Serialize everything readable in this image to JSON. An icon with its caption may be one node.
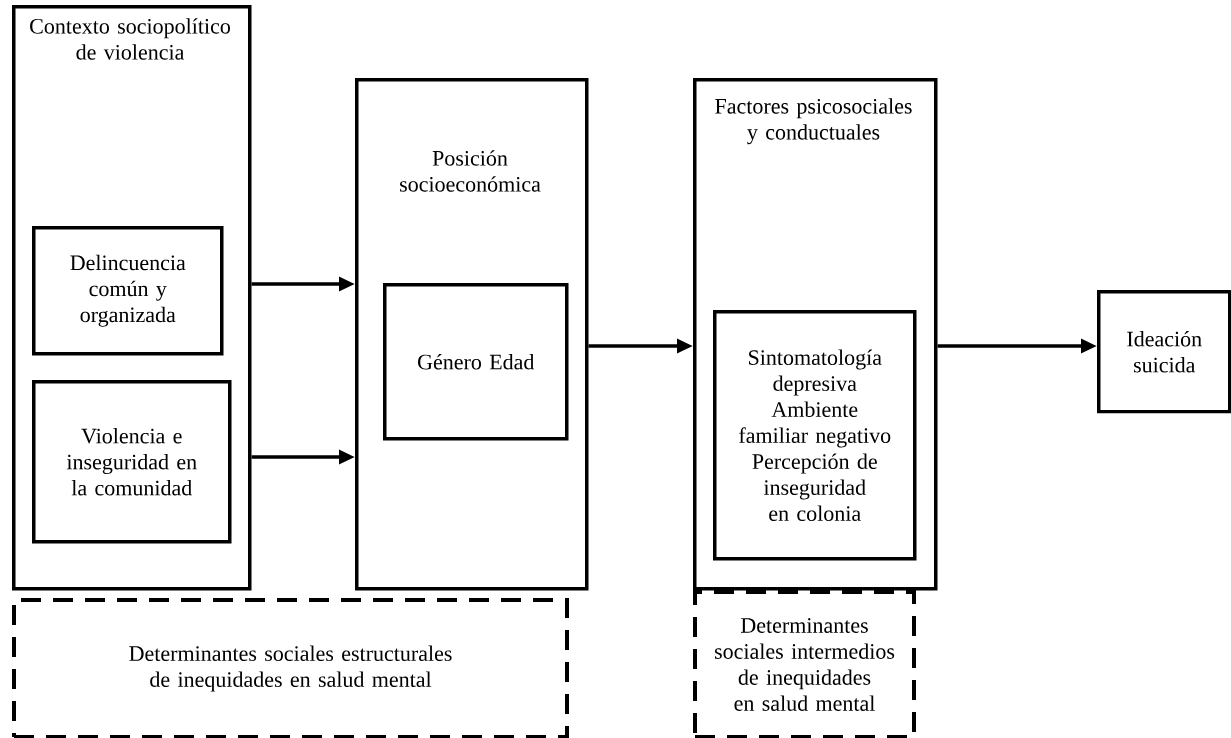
{
  "diagram": {
    "nodes": [
      {
        "text": [
          "Contexto sociopolítico de violencia"
        ]
      },
      {
        "text": [
          "Delincuencia común y organizada"
        ],
        "in": 0
      },
      {
        "text": [
          "Violencia e inseguridad en la comunidad"
        ],
        "in": 0
      },
      {
        "text": [
          "Posición socioeconómica"
        ]
      },
      {
        "text": [
          "Género Edad"
        ],
        "in": 3
      },
      {
        "text": [
          "Factores psicosociales y conductuales"
        ]
      },
      {
        "text": [
          "Sintomatología depresiva",
          "Ambiente familiar negativo",
          "Percepción de inseguridad en colonia"
        ],
        "in": 5
      },
      {
        "text": [
          "Ideación suicida"
        ]
      },
      {
        "text": [
          "Determinantes sociales estructurales de inequidades en salud mental"
        ]
      },
      {
        "text": [
          "Determinantes sociales intermedios de inequidades en salud mental"
        ]
      }
    ],
    "edges": [
      {
        "from": 0,
        "to": 3,
        "arrow": "to"
      },
      {
        "from": 0,
        "to": 3,
        "arrow": "to"
      },
      {
        "from": 3,
        "to": 5,
        "arrow": "to"
      },
      {
        "from": 5,
        "to": 7,
        "arrow": "to"
      }
    ]
  }
}
